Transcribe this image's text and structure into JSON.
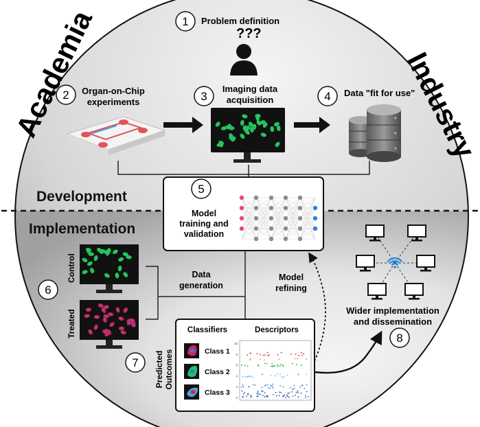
{
  "regions": {
    "left": "Academia",
    "right": "Industry",
    "upper": "Development",
    "lower": "Implementation"
  },
  "steps": [
    {
      "n": "1",
      "title": "Problem definition"
    },
    {
      "n": "2",
      "title_lines": [
        "Organ-on-Chip",
        "experiments"
      ]
    },
    {
      "n": "3",
      "title_lines": [
        "Imaging data",
        "acquisition"
      ]
    },
    {
      "n": "4",
      "title": "Data \"fit for use\""
    },
    {
      "n": "5",
      "title_lines": [
        "Model",
        "training and",
        "validation"
      ]
    },
    {
      "n": "6",
      "screens": [
        "Control",
        "Treated"
      ]
    },
    {
      "n": "7",
      "side_label_lines": [
        "Predicted",
        "Outcomes"
      ]
    },
    {
      "n": "8",
      "title_lines": [
        "Wider implementation",
        "and dissemination"
      ]
    }
  ],
  "question_marks": "???",
  "data_generation_lines": [
    "Data",
    "generation"
  ],
  "model_refining_lines": [
    "Model",
    "refining"
  ],
  "outcomes_panel": {
    "classifiers_header": "Classifiers",
    "descriptors_header": "Descriptors",
    "classes": [
      "Class 1",
      "Class 2",
      "Class 3"
    ],
    "y_ticks": [
      "10",
      "8",
      "6",
      "4",
      "2",
      "0"
    ]
  },
  "colors": {
    "background_light": "#f1f1f1",
    "background_dark": "#9a9a9a",
    "cell_green": "#22c55e",
    "cell_red": "#d02255",
    "node_pink": "#e64a7b",
    "node_blue": "#2f80d6",
    "node_gray": "#8c8c8c",
    "wifi_blue": "#1e88e5",
    "chip_red": "#e0555a"
  }
}
